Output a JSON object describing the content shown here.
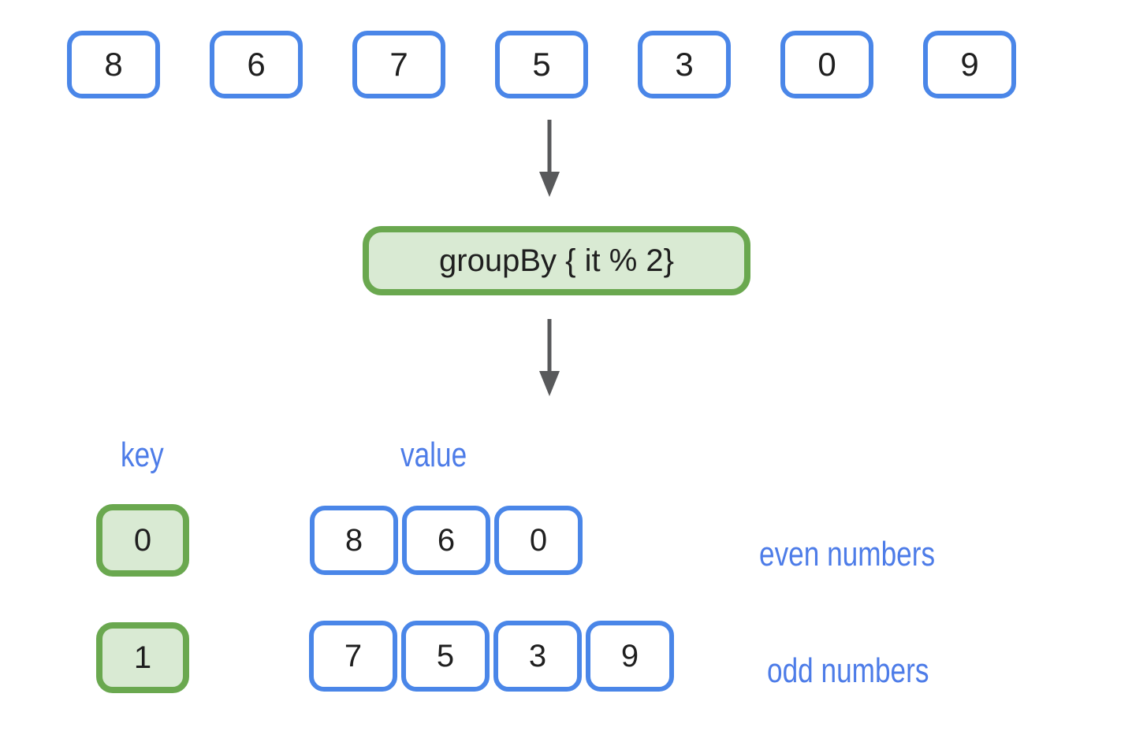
{
  "source_numbers": [
    "8",
    "6",
    "7",
    "5",
    "3",
    "0",
    "9"
  ],
  "operation": {
    "label": "groupBy { it % 2}"
  },
  "columns": {
    "key": "key",
    "value": "value"
  },
  "groups": [
    {
      "key": "0",
      "values": [
        "8",
        "6",
        "0"
      ],
      "annotation": "even numbers"
    },
    {
      "key": "1",
      "values": [
        "7",
        "5",
        "3",
        "9"
      ],
      "annotation": "odd numbers"
    }
  ],
  "colors": {
    "box_blue": "#4a86e8",
    "box_green": "#6aa84f",
    "green_fill": "#d9ead3",
    "label_blue": "#4d7ce8",
    "arrow_gray": "#58595b",
    "digit_black": "#1f1f1f",
    "background": "#ffffff"
  }
}
